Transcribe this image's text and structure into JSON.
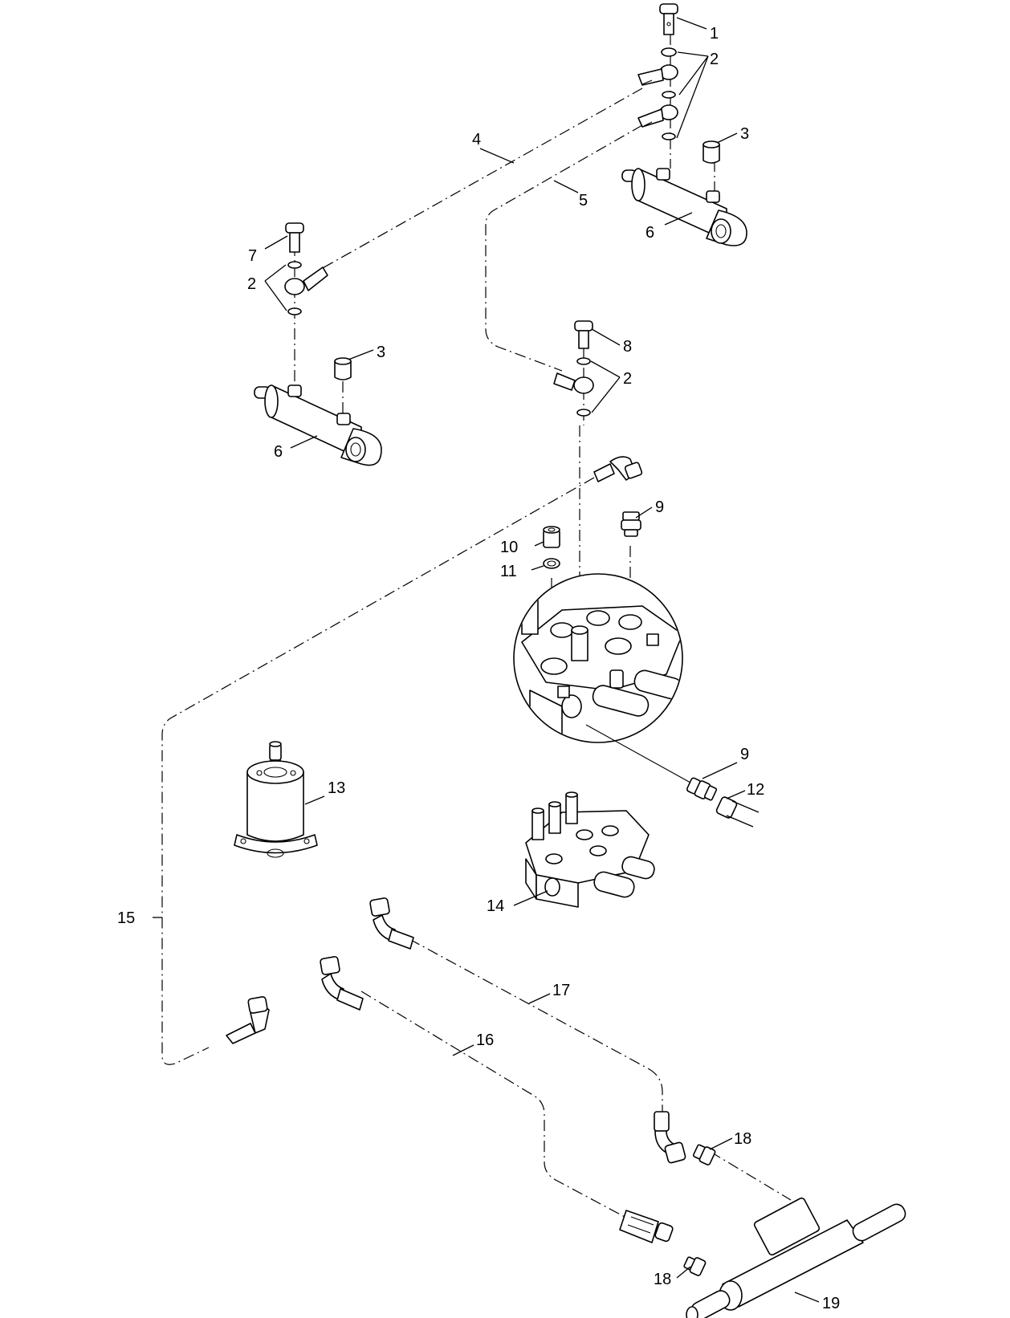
{
  "callouts": {
    "c1": "1",
    "c2a": "2",
    "c3a": "3",
    "c4": "4",
    "c5": "5",
    "c6a": "6",
    "c7": "7",
    "c2b": "2",
    "c3b": "3",
    "c8": "8",
    "c2c": "2",
    "c6b": "6",
    "c9a": "9",
    "c10": "10",
    "c11": "11",
    "c9b": "9",
    "c12": "12",
    "c13": "13",
    "c14": "14",
    "c15": "15",
    "c17": "17",
    "c16": "16",
    "c18a": "18",
    "c18b": "18",
    "c19": "19"
  }
}
